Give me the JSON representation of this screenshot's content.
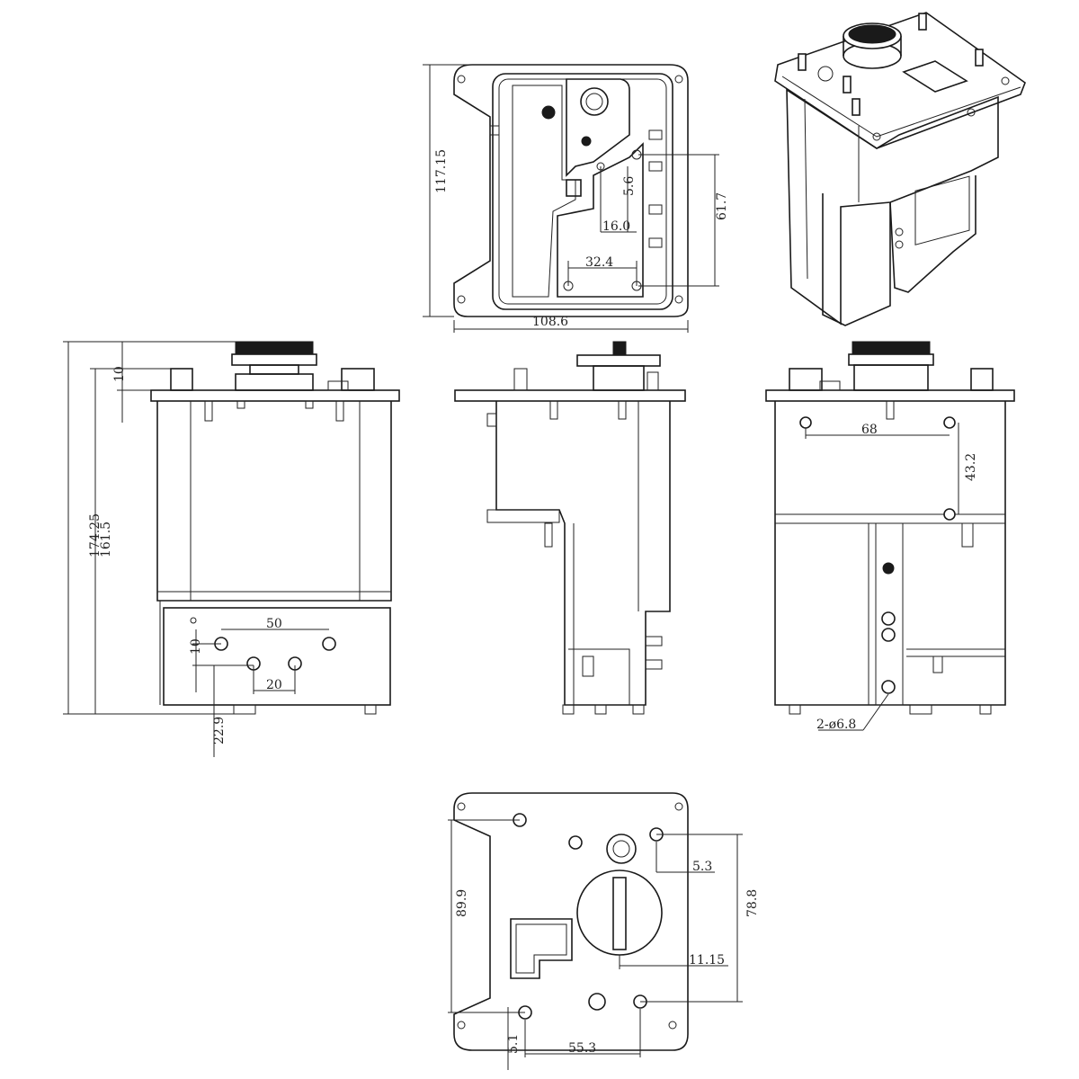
{
  "dimensions": {
    "top_height": "117.15",
    "top_width": "108.6",
    "top_v1": "61.7",
    "top_small": "5.6",
    "top_small2": "16.0",
    "top_h1": "32.4",
    "front_total": "174.25",
    "front_body": "161.5",
    "front_cap": "10",
    "front_ports_h": "50",
    "front_ports_v": "10",
    "front_ports_20": "20",
    "front_bottom": "22.9",
    "right_68": "68",
    "right_43": "43.2",
    "right_holes": "2-ø6.8",
    "bottom_89": "89.9",
    "bottom_78": "78.8",
    "bottom_53": "5.3",
    "bottom_1115": "11.15",
    "bottom_553": "55.3",
    "bottom_51": "5.1"
  }
}
